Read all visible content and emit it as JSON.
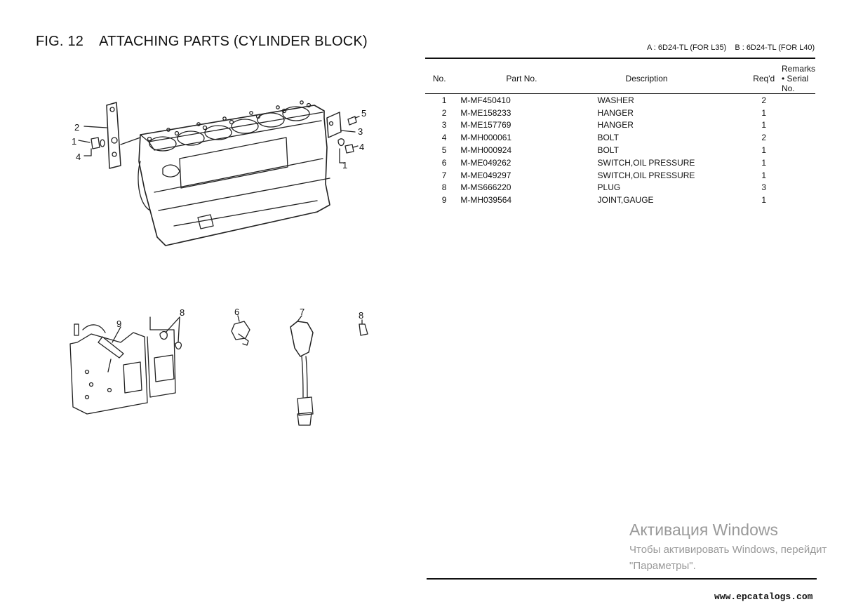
{
  "header": {
    "fig_no": "FIG. 12",
    "fig_title": "ATTACHING PARTS (CYLINDER BLOCK)",
    "model_a": "A : 6D24-TL (FOR L35)",
    "model_b": "B : 6D24-TL (FOR L40)"
  },
  "table": {
    "columns": [
      "No.",
      "Part No.",
      "Description",
      "Req'd",
      "Remarks • Serial No."
    ],
    "rows": [
      {
        "no": "1",
        "part": "M-MF450410",
        "desc": "WASHER",
        "req": "2",
        "remarks": ""
      },
      {
        "no": "2",
        "part": "M-ME158233",
        "desc": "HANGER",
        "req": "1",
        "remarks": ""
      },
      {
        "no": "3",
        "part": "M-ME157769",
        "desc": "HANGER",
        "req": "1",
        "remarks": ""
      },
      {
        "no": "4",
        "part": "M-MH000061",
        "desc": "BOLT",
        "req": "2",
        "remarks": ""
      },
      {
        "no": "5",
        "part": "M-MH000924",
        "desc": "BOLT",
        "req": "1",
        "remarks": ""
      },
      {
        "no": "6",
        "part": "M-ME049262",
        "desc": "SWITCH,OIL PRESSURE",
        "req": "1",
        "remarks": ""
      },
      {
        "no": "7",
        "part": "M-ME049297",
        "desc": "SWITCH,OIL PRESSURE",
        "req": "1",
        "remarks": ""
      },
      {
        "no": "8",
        "part": "M-MS666220",
        "desc": "PLUG",
        "req": "3",
        "remarks": ""
      },
      {
        "no": "9",
        "part": "M-MH039564",
        "desc": "JOINT,GAUGE",
        "req": "1",
        "remarks": ""
      }
    ]
  },
  "callouts": {
    "c1": "1",
    "c2": "2",
    "c3": "3",
    "c4": "4",
    "c5": "5",
    "c6": "6",
    "c7": "7",
    "c8": "8",
    "c9": "9"
  },
  "watermark": {
    "line1": "Активация Windows",
    "line2": "Чтобы активировать Windows, перейдит",
    "line3": "\"Параметры\"."
  },
  "footer": {
    "site": "www.epcatalogs.com"
  }
}
